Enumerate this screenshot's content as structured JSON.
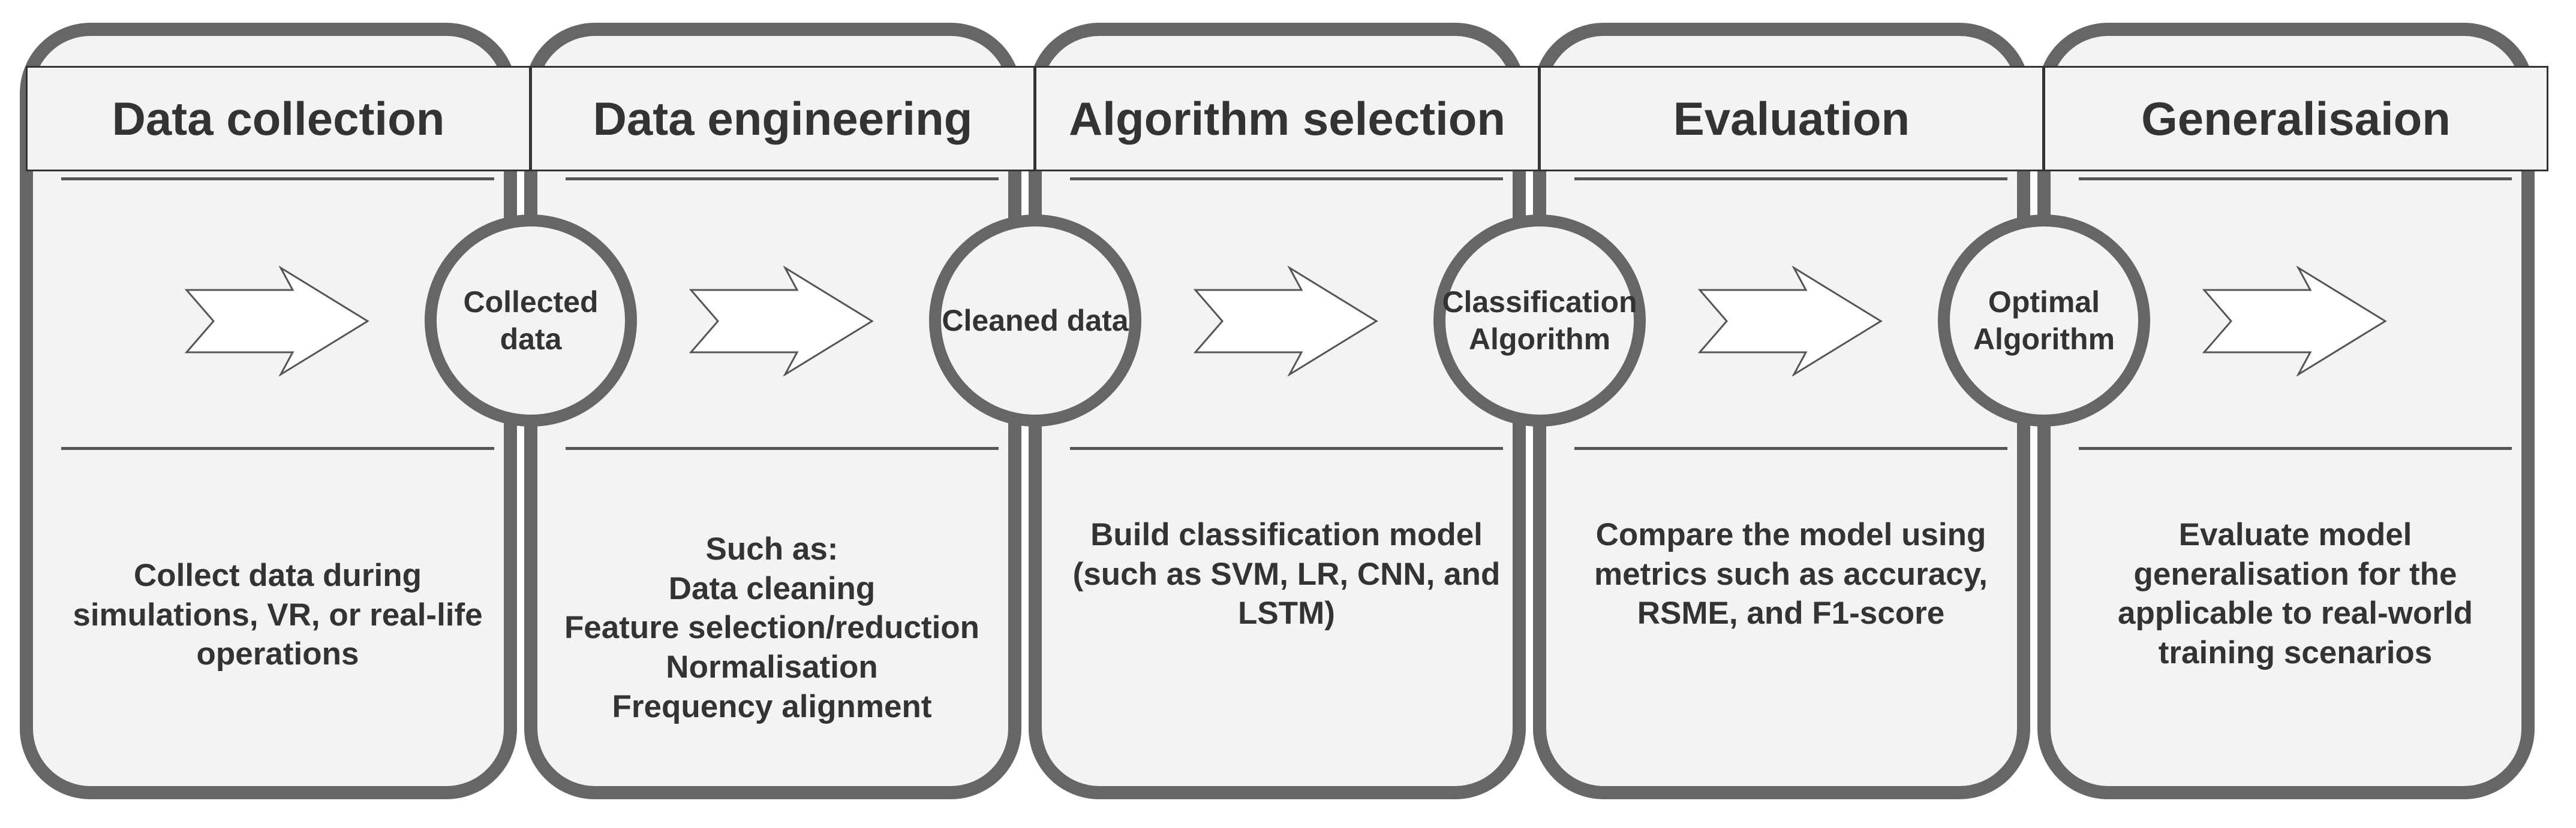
{
  "stages": [
    {
      "title": "Data collection",
      "description": "Collect data during\nsimulations, VR, or real-life\noperations",
      "output": "Collected\ndata"
    },
    {
      "title": "Data engineering",
      "description": "Such as:\nData cleaning\nFeature selection/reduction\nNormalisation\nFrequency alignment",
      "output": "Cleaned data"
    },
    {
      "title": "Algorithm selection",
      "description": "Build classification model\n(such as SVM, LR, CNN, and\nLSTM)",
      "output": "Classification\nAlgorithm"
    },
    {
      "title": "Evaluation",
      "description": "Compare the model using\nmetrics such as accuracy,\nRSME, and F1-score",
      "output": "Optimal\nAlgorithm"
    },
    {
      "title": "Generalisaion",
      "description": "Evaluate model\ngeneralisation for the\napplicable to real-world\ntraining scenarios"
    }
  ],
  "colors": {
    "border": "#666666",
    "fill": "#f3f3f3",
    "text": "#333333"
  }
}
